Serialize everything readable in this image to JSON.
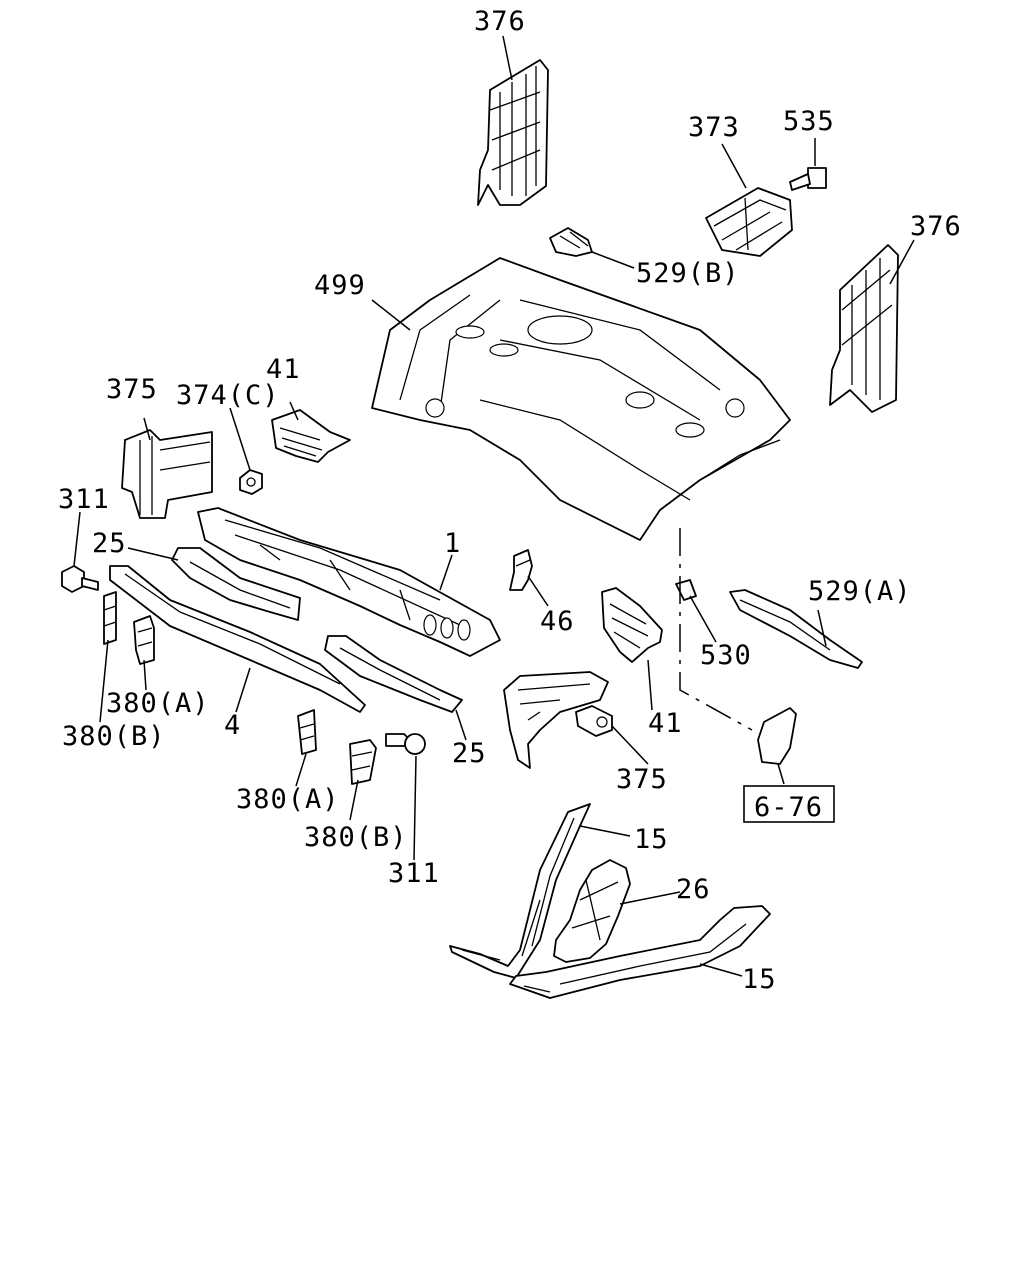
{
  "labels": {
    "l376_top": "376",
    "l373": "373",
    "l535": "535",
    "l376_right": "376",
    "l529b": "529(B)",
    "l499": "499",
    "l375_left": "375",
    "l374c": "374(C)",
    "l41_left": "41",
    "l311_left": "311",
    "l25_left": "25",
    "l1": "1",
    "l46": "46",
    "l529a": "529(A)",
    "l530": "530",
    "l41_right": "41",
    "l380a_left": "380(A)",
    "l380b_left": "380(B)",
    "l4": "4",
    "l25_right": "25",
    "l375_right": "375",
    "l380a_mid": "380(A)",
    "l380b_mid": "380(B)",
    "l311_mid": "311",
    "l6_76": "6-76",
    "l15_top": "15",
    "l26": "26",
    "l15_bottom": "15"
  }
}
